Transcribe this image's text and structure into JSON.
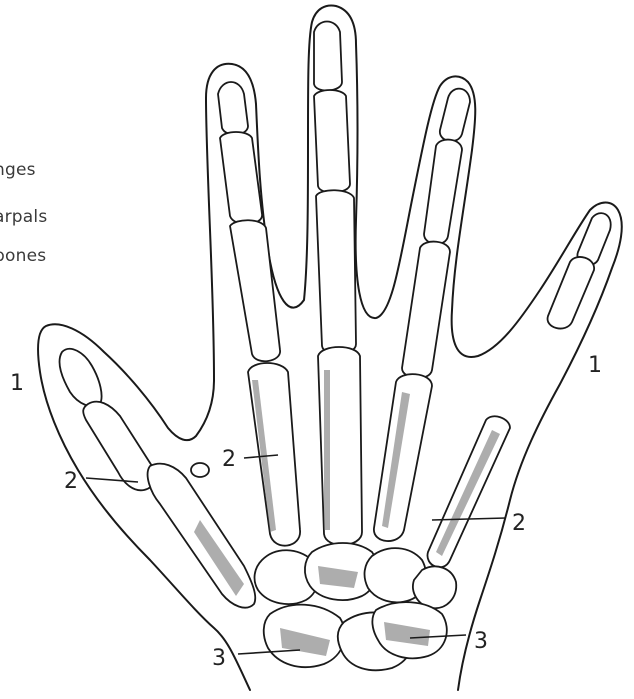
{
  "legend": {
    "phalanges": "nges",
    "metacarpals": "arpals",
    "carpal_bones": "bones"
  },
  "labels": {
    "phalanges_left": "1",
    "phalanges_right": "1",
    "metacarpals_thumb": "2",
    "metacarpals_index": "2",
    "metacarpals_ring": "2",
    "carpals_left": "3",
    "carpals_right": "3"
  },
  "colors": {
    "ink": "#1a1a1a",
    "legend_text": "#3a3a3a",
    "paper": "#ffffff"
  }
}
